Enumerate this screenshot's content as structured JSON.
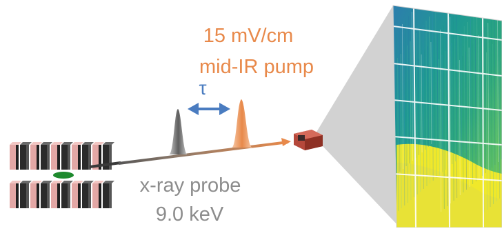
{
  "pump": {
    "line1": "15 mV/cm",
    "line2": "mid-IR pump",
    "color": "#E8894A"
  },
  "delay": {
    "symbol": "τ",
    "arrow_color": "#4A7CC0"
  },
  "probe": {
    "line1": "x-ray probe",
    "line2": "9.0 keV",
    "color": "#8C8C8C"
  },
  "detector": {
    "colormap": [
      "#2B7FB0",
      "#1E9E8F",
      "#3DBB6A",
      "#8ED14B",
      "#F0E82A"
    ]
  }
}
